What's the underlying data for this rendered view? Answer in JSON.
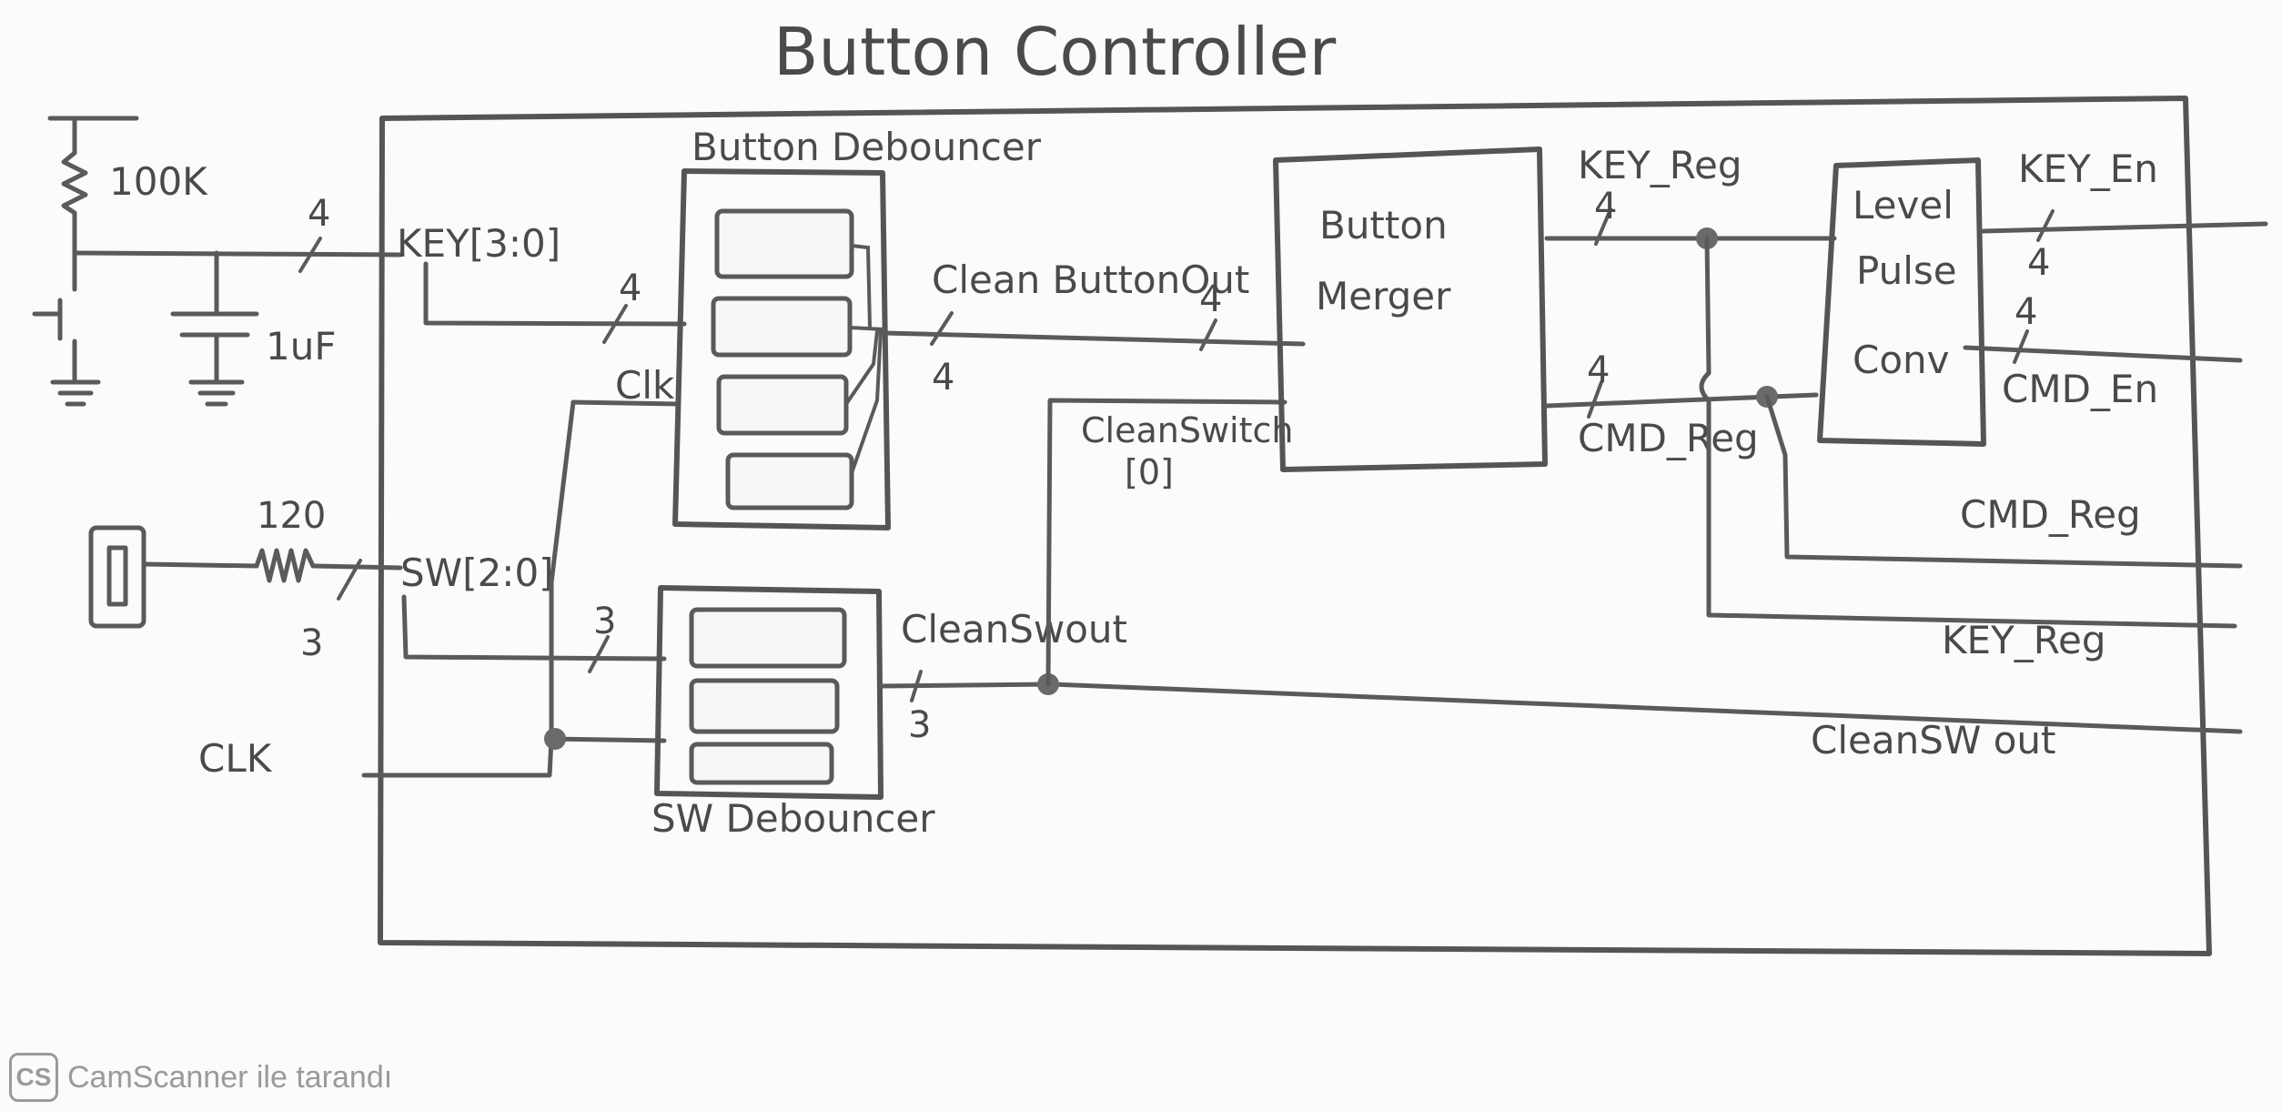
{
  "title": "Button Controller",
  "external": {
    "resistor_top": "100K",
    "capacitor": "1uF",
    "resistor_sw": "120",
    "sw_width": "3",
    "clk": "CLK"
  },
  "inputs": {
    "key": "KEY[3:0]",
    "sw": "SW[2:0]"
  },
  "blocks": {
    "button_debouncer": "Button Debouncer",
    "sw_debouncer": "SW Debouncer",
    "button_merger": [
      "Button",
      "Merger"
    ],
    "level_pulse": [
      "Level",
      "Pulse",
      "Conv"
    ]
  },
  "signals": {
    "clk_internal": "Clk",
    "clean_button_out": "Clean ButtonOut",
    "clean_switch_0": [
      "CleanSwitch",
      "[0]"
    ],
    "clean_sw_out_internal": "CleanSwout",
    "key_reg_internal": "KEY_Reg",
    "cmd_reg_internal": "CMD_Reg",
    "key_en": "KEY_En",
    "cmd_en": "CMD_En",
    "cmd_reg_out": "CMD_Reg",
    "key_reg_out": "KEY_Reg",
    "clean_sw_out": "CleanSW out"
  },
  "bus_widths": {
    "key_in": "4",
    "key_to_debouncer": "4",
    "debouncer_out_a": "4",
    "debouncer_out_b": "4",
    "sw_to_debouncer": "3",
    "sw_debouncer_out": "3",
    "key_reg": "4",
    "cmd_reg": "4",
    "key_en": "4",
    "cmd_en": "4"
  },
  "watermark": {
    "logo": "CS",
    "text": "CamScanner ile tarandı"
  }
}
